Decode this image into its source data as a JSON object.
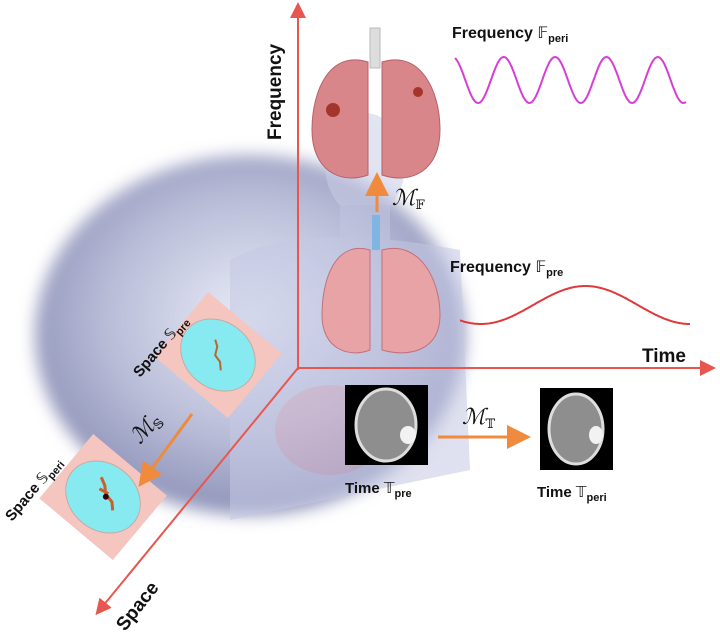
{
  "axes": {
    "frequency": "Frequency",
    "time": "Time",
    "space": "Space"
  },
  "labels": {
    "freq_peri": {
      "word": "Frequency ",
      "symbol": "𝔽",
      "sub": "peri"
    },
    "freq_pre": {
      "word": "Frequency ",
      "symbol": "𝔽",
      "sub": "pre"
    },
    "space_pre": {
      "word": "Space ",
      "symbol": "𝕊",
      "sub": "pre"
    },
    "space_peri": {
      "word": "Space ",
      "symbol": "𝕊",
      "sub": "peri"
    },
    "time_pre": {
      "word": "Time ",
      "symbol": "𝕋",
      "sub": "pre"
    },
    "time_peri": {
      "word": "Time ",
      "symbol": "𝕋",
      "sub": "peri"
    }
  },
  "mappings": {
    "freq": {
      "m": "ℳ",
      "sub": "𝔽"
    },
    "space": {
      "m": "ℳ",
      "sub": "𝕊"
    },
    "time": {
      "m": "ℳ",
      "sub": "𝕋"
    }
  },
  "colors": {
    "axis": "#e8574f",
    "arrow": "#f08a3c",
    "wave_peri": "#d63fd6",
    "wave_pre": "#e0393a",
    "cyan": "#86eaf0",
    "pink": "#f5c6c0"
  }
}
